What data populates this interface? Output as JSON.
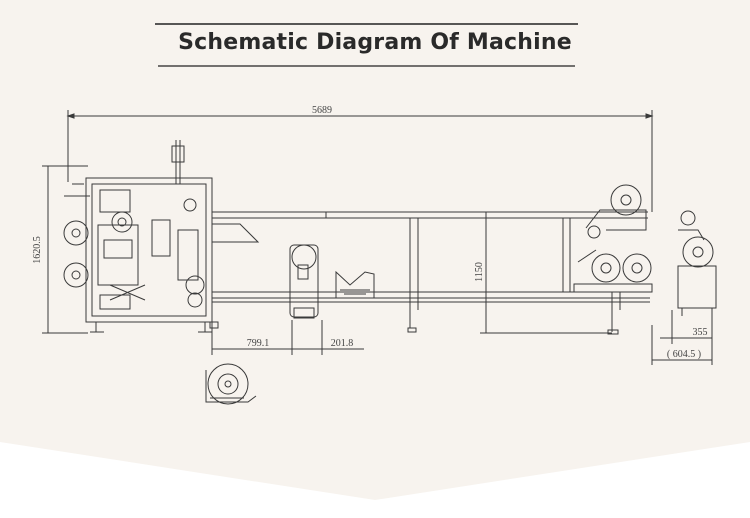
{
  "title": "Schematic Diagram Of Machine",
  "dimensions": {
    "overall_length": "5689",
    "height": "1620.5",
    "conveyor_height": "1150",
    "d1": "799.1",
    "d2": "201.8",
    "d3": "355",
    "d4": "( 604.5 )"
  },
  "colors": {
    "background_upper": "#f7f3ee",
    "background_lower": "#ffffff",
    "line": "#3a3a3a"
  }
}
